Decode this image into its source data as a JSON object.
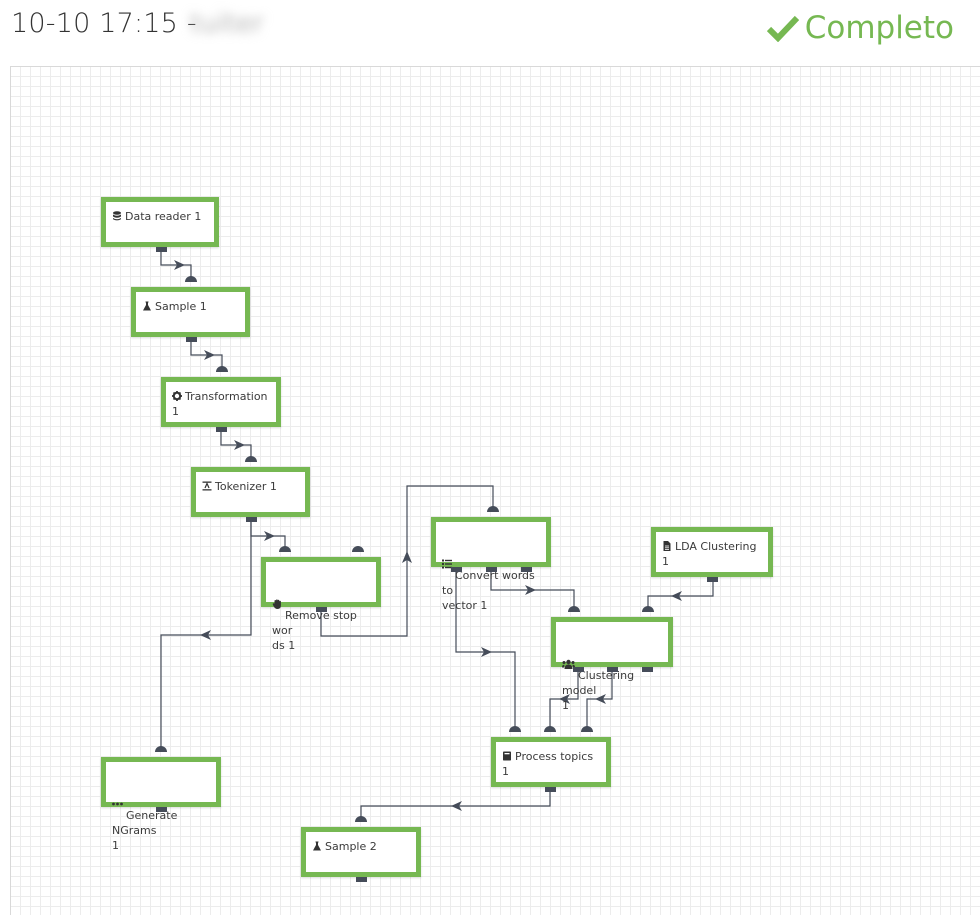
{
  "header": {
    "date_time": "10-10 17:15 -",
    "name_blurred": "tuiter",
    "status_label": "Completo"
  },
  "colors": {
    "node_border": "#76b852",
    "status": "#76b852",
    "edge": "#454c59",
    "grid": "#ececec"
  },
  "nodes": [
    {
      "id": "data-reader",
      "label": "Data reader 1",
      "icon": "database-icon"
    },
    {
      "id": "sample-1",
      "label": "Sample 1",
      "icon": "flask-icon"
    },
    {
      "id": "transformation",
      "label": "Transformation 1",
      "icon": "gear-icon"
    },
    {
      "id": "tokenizer",
      "label": "Tokenizer 1",
      "icon": "text-cursor-icon"
    },
    {
      "id": "remove-stop-words",
      "label": "Remove stop wor\nds 1",
      "icon": "hand-icon"
    },
    {
      "id": "convert-words",
      "label": "Convert words to\nvector 1",
      "icon": "list-icon"
    },
    {
      "id": "lda-clustering",
      "label": "LDA Clustering 1",
      "icon": "document-icon"
    },
    {
      "id": "clustering-model",
      "label": "Clustering model\n1",
      "icon": "users-icon"
    },
    {
      "id": "generate-ngrams",
      "label": "Generate NGrams\n1",
      "icon": "ellipsis-icon"
    },
    {
      "id": "process-topics",
      "label": "Process topics 1",
      "icon": "book-icon"
    },
    {
      "id": "sample-2",
      "label": "Sample 2",
      "icon": "flask-icon"
    }
  ]
}
